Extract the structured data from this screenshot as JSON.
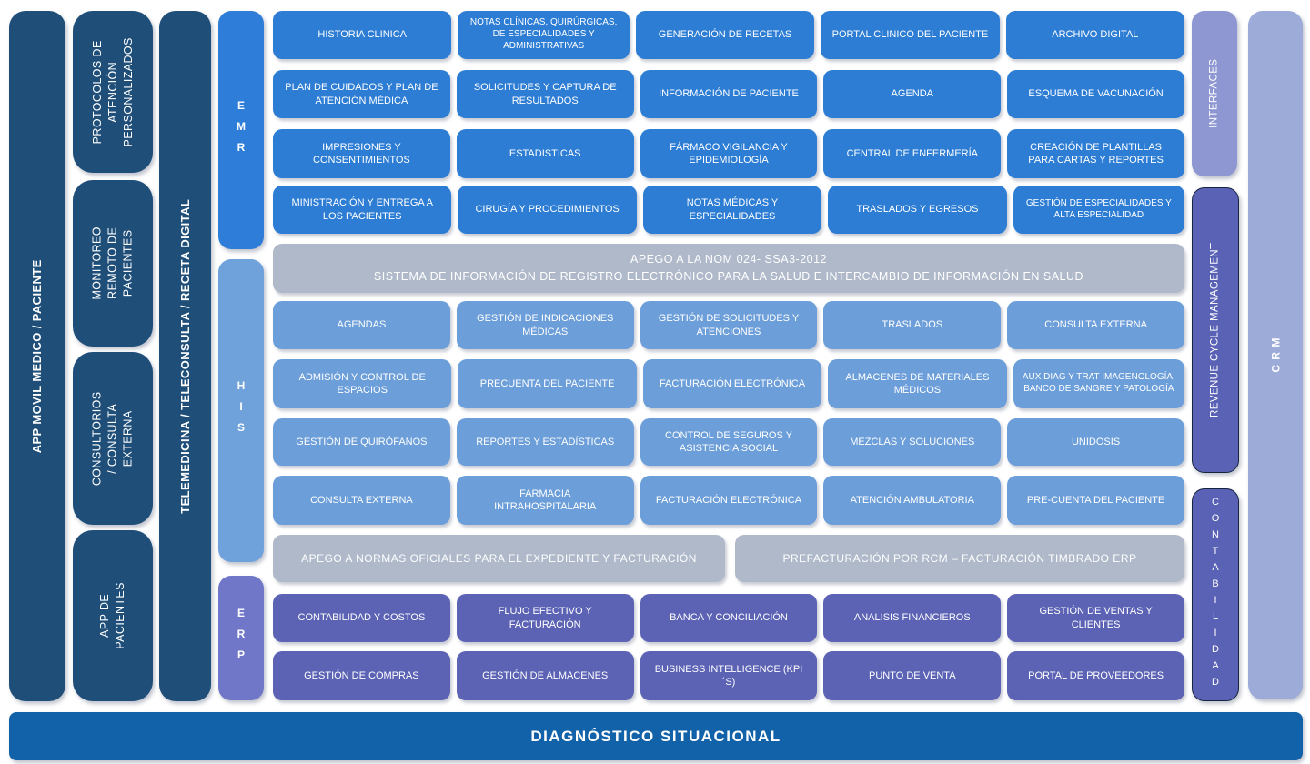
{
  "palette": {
    "navy": "#1F4E79",
    "emr_blue": "#2D7DD4",
    "his_blue": "#6C9ED9",
    "erp_purple": "#5C63B4",
    "erp_tab_purple": "#7177C8",
    "gray_banner": "#AFB9CA",
    "interfaces_purple": "#8F97D2",
    "rcm_purple": "#5A62B5",
    "crm_blue": "#9CABD8",
    "footer_blue": "#1262A9"
  },
  "left_rail": {
    "app_movil_label": "APP MOVIL MEDICO / PACIENTE",
    "boxes": [
      "PROTOCOLOS DE ATENCIÓN PERSONALIZADOS",
      "MONITOREO REMOTO DE PACIENTES",
      "CONSULTORIOS / CONSULTA EXTERNA",
      "APP DE PACIENTES"
    ],
    "telemedicina_label": "TELEMEDICINA / TELECONSULTA / RECETA DIGITAL"
  },
  "tabs": {
    "emr": "EMR",
    "his": "HIS",
    "erp": "ERP"
  },
  "emr_grid": [
    [
      "HISTORIA CLINICA",
      "NOTAS CLÍNICAS, QUIRÚRGICAS, DE ESPECIALIDADES Y ADMINISTRATIVAS",
      "GENERACIÓN DE RECETAS",
      "PORTAL CLINICO DEL PACIENTE",
      "ARCHIVO DIGITAL"
    ],
    [
      "PLAN DE CUIDADOS Y PLAN DE ATENCIÓN MÉDICA",
      "SOLICITUDES Y CAPTURA DE RESULTADOS",
      "INFORMACIÓN DE PACIENTE",
      "AGENDA",
      "ESQUEMA DE VACUNACIÓN"
    ],
    [
      "IMPRESIONES Y CONSENTIMIENTOS",
      "ESTADISTICAS",
      "FÁRMACO VIGILANCIA Y EPIDEMIOLOGÍA",
      "CENTRAL DE ENFERMERÍA",
      "CREACIÓN DE PLANTILLAS PARA CARTAS Y REPORTES"
    ],
    [
      "MINISTRACIÓN Y ENTREGA A LOS PACIENTES",
      "CIRUGÍA Y PROCEDIMIENTOS",
      "NOTAS MÉDICAS Y ESPECIALIDADES",
      "TRASLADOS Y EGRESOS",
      "GESTIÓN DE ESPECIALIDADES Y ALTA ESPECIALIDAD"
    ]
  ],
  "nom_banner": {
    "line1": "APEGO A LA NOM 024- SSA3-2012",
    "line2": "SISTEMA DE INFORMACIÓN DE REGISTRO ELECTRÓNICO PARA LA SALUD E INTERCAMBIO DE INFORMACIÓN EN SALUD"
  },
  "his_grid": [
    [
      "AGENDAS",
      "GESTIÓN DE INDICACIONES MÉDICAS",
      "GESTIÓN DE SOLICITUDES Y ATENCIONES",
      "TRASLADOS",
      "CONSULTA EXTERNA"
    ],
    [
      "ADMISIÓN Y CONTROL DE ESPACIOS",
      "PRECUENTA DEL PACIENTE",
      "FACTURACIÓN ELECTRÓNICA",
      "ALMACENES DE MATERIALES MÉDICOS",
      "AUX DIAG Y TRAT IMAGENOLOGÍA, BANCO DE SANGRE Y PATOLOGÍA"
    ],
    [
      "GESTIÓN DE QUIRÓFANOS",
      "REPORTES Y ESTADÍSTICAS",
      "CONTROL DE SEGUROS Y ASISTENCIA SOCIAL",
      "MEZCLAS Y SOLUCIONES",
      "UNIDOSIS"
    ],
    [
      "CONSULTA EXTERNA",
      "FARMACIA INTRAHOSPITALARIA",
      "FACTURACIÓN ELECTRÓNICA",
      "ATENCIÓN AMBULATORIA",
      "PRE-CUENTA DEL PACIENTE"
    ]
  ],
  "compliance_banners": [
    "APEGO A NORMAS OFICIALES PARA EL EXPEDIENTE Y FACTURACIÓN",
    "PREFACTURACIÓN POR RCM – FACTURACIÓN TIMBRADO ERP"
  ],
  "erp_grid": [
    [
      "CONTABILIDAD Y COSTOS",
      "FLUJO EFECTIVO Y FACTURACIÓN",
      "BANCA Y CONCILIACIÓN",
      "ANALISIS FINANCIEROS",
      "GESTIÓN DE VENTAS Y CLIENTES"
    ],
    [
      "GESTIÓN DE COMPRAS",
      "GESTIÓN DE ALMACENES",
      "BUSINESS INTELLIGENCE (KPI´S)",
      "PUNTO DE VENTA",
      "PORTAL DE PROVEEDORES"
    ]
  ],
  "right_rail": {
    "interfaces": "INTERFACES",
    "revenue_cycle": "REVENUE CYCLE MANAGEMENT",
    "contabilidad": "CONTABILIDAD",
    "crm": "C R M"
  },
  "footer": {
    "label": "DIAGNÓSTICO SITUACIONAL"
  }
}
